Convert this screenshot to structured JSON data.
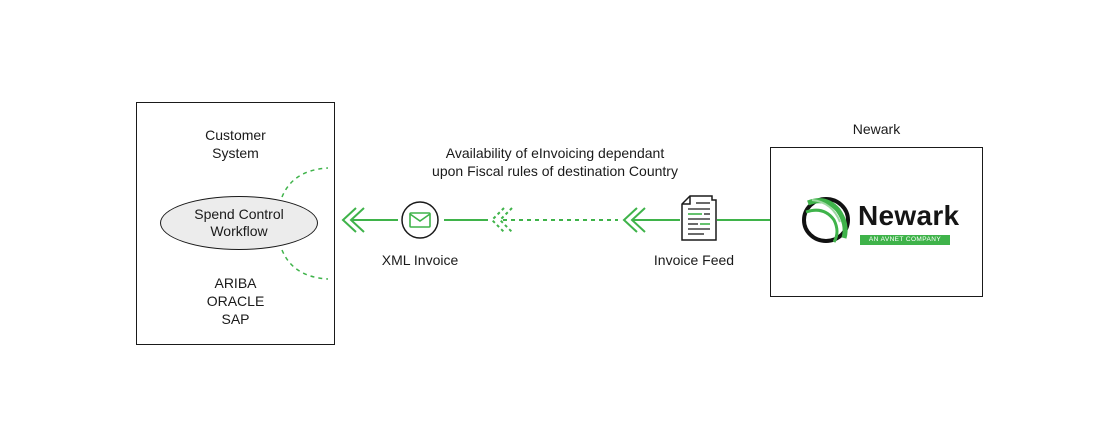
{
  "customer": {
    "title_lines": [
      "Customer",
      "System"
    ],
    "workflow_lines": [
      "Spend Control",
      "Workflow"
    ],
    "systems": [
      "ARIBA",
      "ORACLE",
      "SAP"
    ]
  },
  "note_lines": [
    "Availability of eInvoicing dependant",
    "upon Fiscal rules of destination Country"
  ],
  "xml_invoice_label": "XML Invoice",
  "invoice_feed_label": "Invoice Feed",
  "newark": {
    "heading": "Newark",
    "logo_word": "Newark",
    "logo_tagline": "AN AVNET COMPANY"
  },
  "colors": {
    "accent": "#3fb34a",
    "outline": "#1a1a1a",
    "oval_fill": "#ececec"
  },
  "icons": [
    "envelope-icon",
    "document-icon",
    "chevron-arrow-icon",
    "newark-swirl-icon"
  ]
}
